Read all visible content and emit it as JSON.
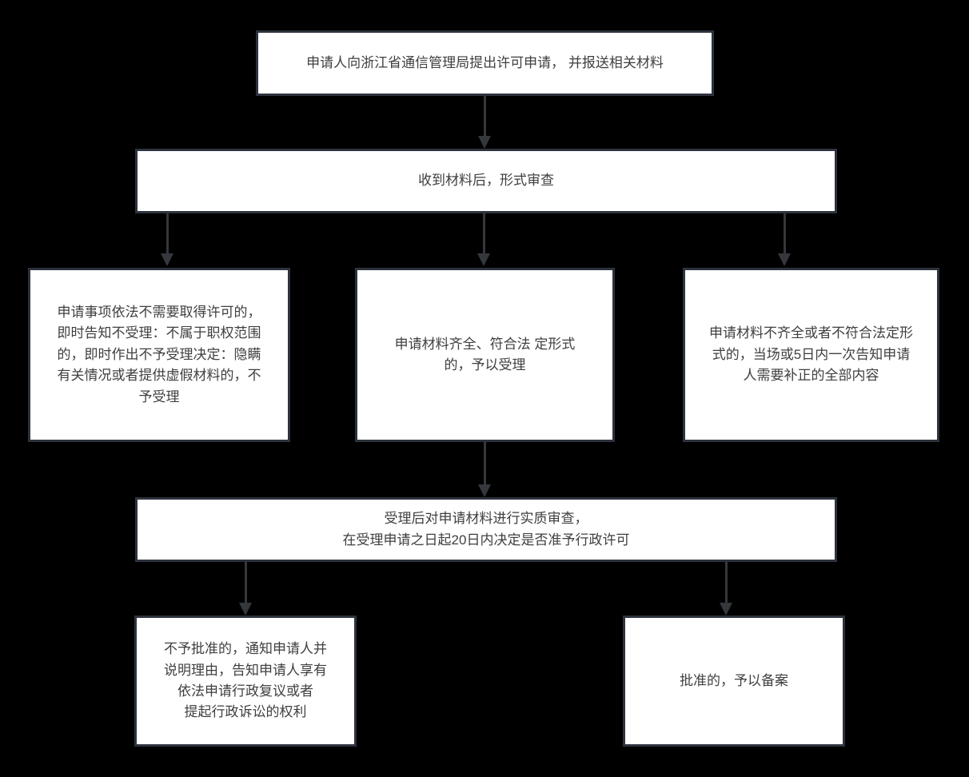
{
  "diagram": {
    "type": "flowchart",
    "colors": {
      "bg": "#000000",
      "fill": "#ffffff",
      "border": "#2d333d",
      "arrow": "#34373c",
      "text": "#3f3f3f"
    },
    "nodes": {
      "apply": {
        "text": "申请人向浙江省通信管理局提出许可申请， 并报送相关材料"
      },
      "formal_review": {
        "text": "收到材料后，形式审查"
      },
      "no_accept": {
        "text": "申请事项依法不需要取得许可的，\n即时告知不受理：不属于职权范围\n的，即时作出不予受理决定：隐瞒\n有关情况或者提供虚假材料的，不\n予受理"
      },
      "accept": {
        "text": "申请材料齐全、符合法 定形式\n的，予以受理"
      },
      "supplement": {
        "text": "申请材料不齐全或者不符合法定形\n式的，当场或5日内一次告知申请\n人需要补正的全部内容"
      },
      "substantive_review": {
        "text": "受理后对申请材料进行实质审查，\n在受理申请之日起20日内决定是否准予行政许可"
      },
      "refuse": {
        "text": "不予批准的，通知申请人并\n说明理由，告知申请人享有\n依法申请行政复议或者\n提起行政诉讼的权利"
      },
      "approve": {
        "text": "批准的，予以备案"
      }
    },
    "edges": [
      {
        "from": "apply",
        "to": "formal_review"
      },
      {
        "from": "formal_review",
        "to": "no_accept"
      },
      {
        "from": "formal_review",
        "to": "accept"
      },
      {
        "from": "formal_review",
        "to": "supplement"
      },
      {
        "from": "accept",
        "to": "substantive_review"
      },
      {
        "from": "substantive_review",
        "to": "refuse"
      },
      {
        "from": "substantive_review",
        "to": "approve"
      }
    ]
  }
}
